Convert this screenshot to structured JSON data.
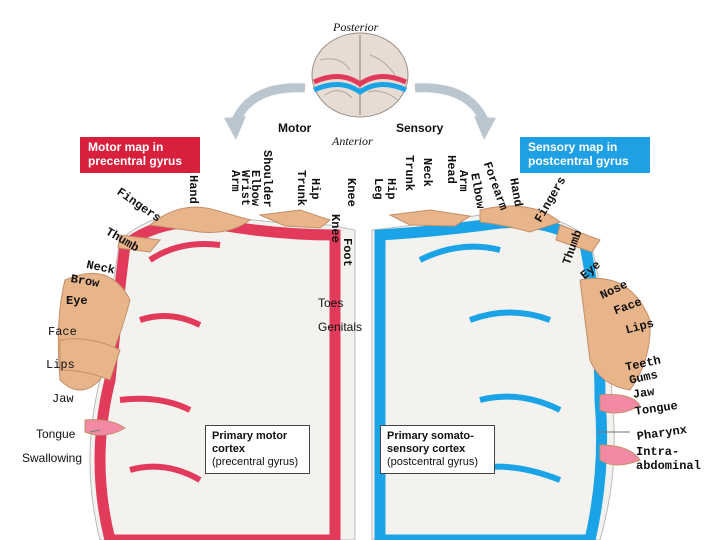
{
  "orientation": {
    "posterior": "Posterior",
    "anterior": "Anterior",
    "motor": "Motor",
    "sensory": "Sensory"
  },
  "boxes": {
    "motor_map": [
      "Motor map in",
      "precentral gyrus"
    ],
    "sensory_map": [
      "Sensory map in",
      "postcentral gyrus"
    ]
  },
  "motor_labels": {
    "along_top": [
      "Shoulder",
      "Elbow",
      "Wrist",
      "Arm",
      "Hand",
      "Trunk",
      "Hip",
      "Knee",
      "Foot",
      "Fingers",
      "Thumb",
      "Neck",
      "Brow",
      "Eye"
    ],
    "side": [
      "Face",
      "Lips",
      "Jaw",
      "Tongue",
      "Swallowing"
    ],
    "medial": [
      "Toes",
      "Genitals"
    ]
  },
  "sensory_labels": {
    "along_top": [
      "Knee",
      "Leg",
      "Hip",
      "Trunk",
      "Neck",
      "Head",
      "Arm",
      "Elbow",
      "Forearm",
      "Hand",
      "Fingers",
      "Thumb",
      "Eye",
      "Nose",
      "Face",
      "Lips"
    ],
    "side": [
      "Teeth",
      "Gums",
      "Jaw",
      "Tongue",
      "Pharynx",
      "Intra-",
      "abdominal"
    ]
  },
  "cortex": {
    "motor_title": [
      "Primary motor",
      "cortex"
    ],
    "motor_sub": "(precentral gyrus)",
    "sensory_title": [
      "Primary somato-",
      "sensory cortex"
    ],
    "sensory_sub": "(postcentral gyrus)"
  },
  "colors": {
    "motor": "#e23a5a",
    "motor_fill": "#f6d6dc",
    "sensory": "#1aa3e6",
    "sensory_fill": "#d5ebf8",
    "motor_box": "#d81f3c",
    "sensory_box": "#1fa0e4",
    "skin": "#e8b48a",
    "brain": "#e3d6c8"
  }
}
